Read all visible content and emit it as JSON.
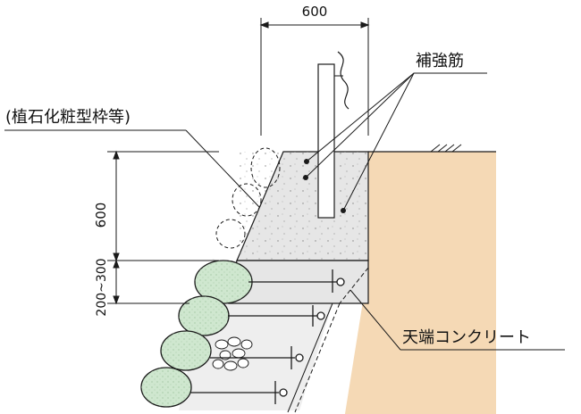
{
  "labels": {
    "top_width": "600",
    "rebar": "補強筋",
    "planting_frame": "(植石化粧型枠等)",
    "height_upper": "600",
    "height_lower": "200~300",
    "crown_concrete": "天端コンクリート"
  },
  "colors": {
    "concrete": "#e6e6e6",
    "soil": "#f5d9b5",
    "stone": "#cfe7cf",
    "line": "#1a1a1a"
  }
}
